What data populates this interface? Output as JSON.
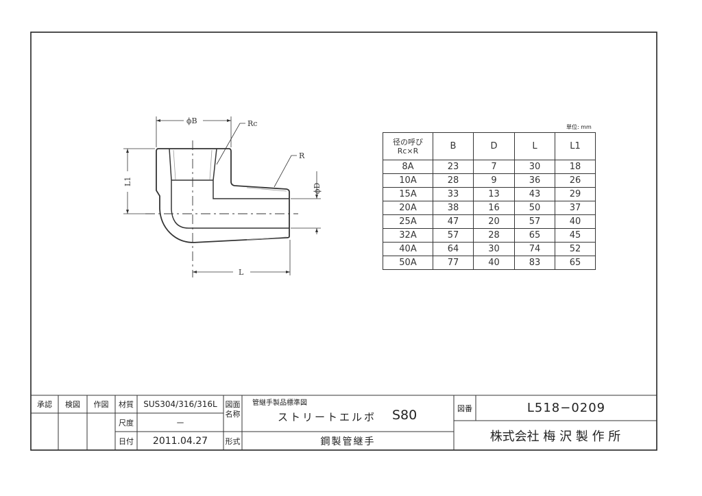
{
  "drawing": {
    "labels": {
      "phi_b": "ϕB",
      "rc": "Rc",
      "r": "R",
      "phi_d": "ϕD",
      "l1": "L1",
      "l": "L"
    }
  },
  "table": {
    "unit": "単位: mm",
    "header_line1": "径の呼び",
    "header_line2": "Rc×R",
    "columns": [
      "B",
      "D",
      "L",
      "L1"
    ],
    "rows": [
      [
        "8A",
        "23",
        "7",
        "30",
        "18"
      ],
      [
        "10A",
        "28",
        "9",
        "36",
        "26"
      ],
      [
        "15A",
        "33",
        "13",
        "43",
        "29"
      ],
      [
        "20A",
        "38",
        "16",
        "50",
        "37"
      ],
      [
        "25A",
        "47",
        "20",
        "57",
        "40"
      ],
      [
        "32A",
        "57",
        "28",
        "65",
        "45"
      ],
      [
        "40A",
        "64",
        "30",
        "74",
        "52"
      ],
      [
        "50A",
        "77",
        "40",
        "83",
        "65"
      ]
    ]
  },
  "title_block": {
    "approval": "承認",
    "check": "検図",
    "drawn": "作図",
    "material_label": "材質",
    "material": "SUS304/316/316L",
    "scale_label": "尺度",
    "scale": "－",
    "date_label": "日付",
    "date": "2011.04.27",
    "drawing_name_label_1": "図面",
    "drawing_name_label_2": "名称",
    "drawing_series": "管継手製品標準図",
    "drawing_name": "ストリートエルボ",
    "drawing_code": "S80",
    "type_label": "形式",
    "type": "鋼製管継手",
    "number_label": "図番",
    "number": "L518−0209",
    "company": "株式会社 梅 沢 製 作 所"
  }
}
